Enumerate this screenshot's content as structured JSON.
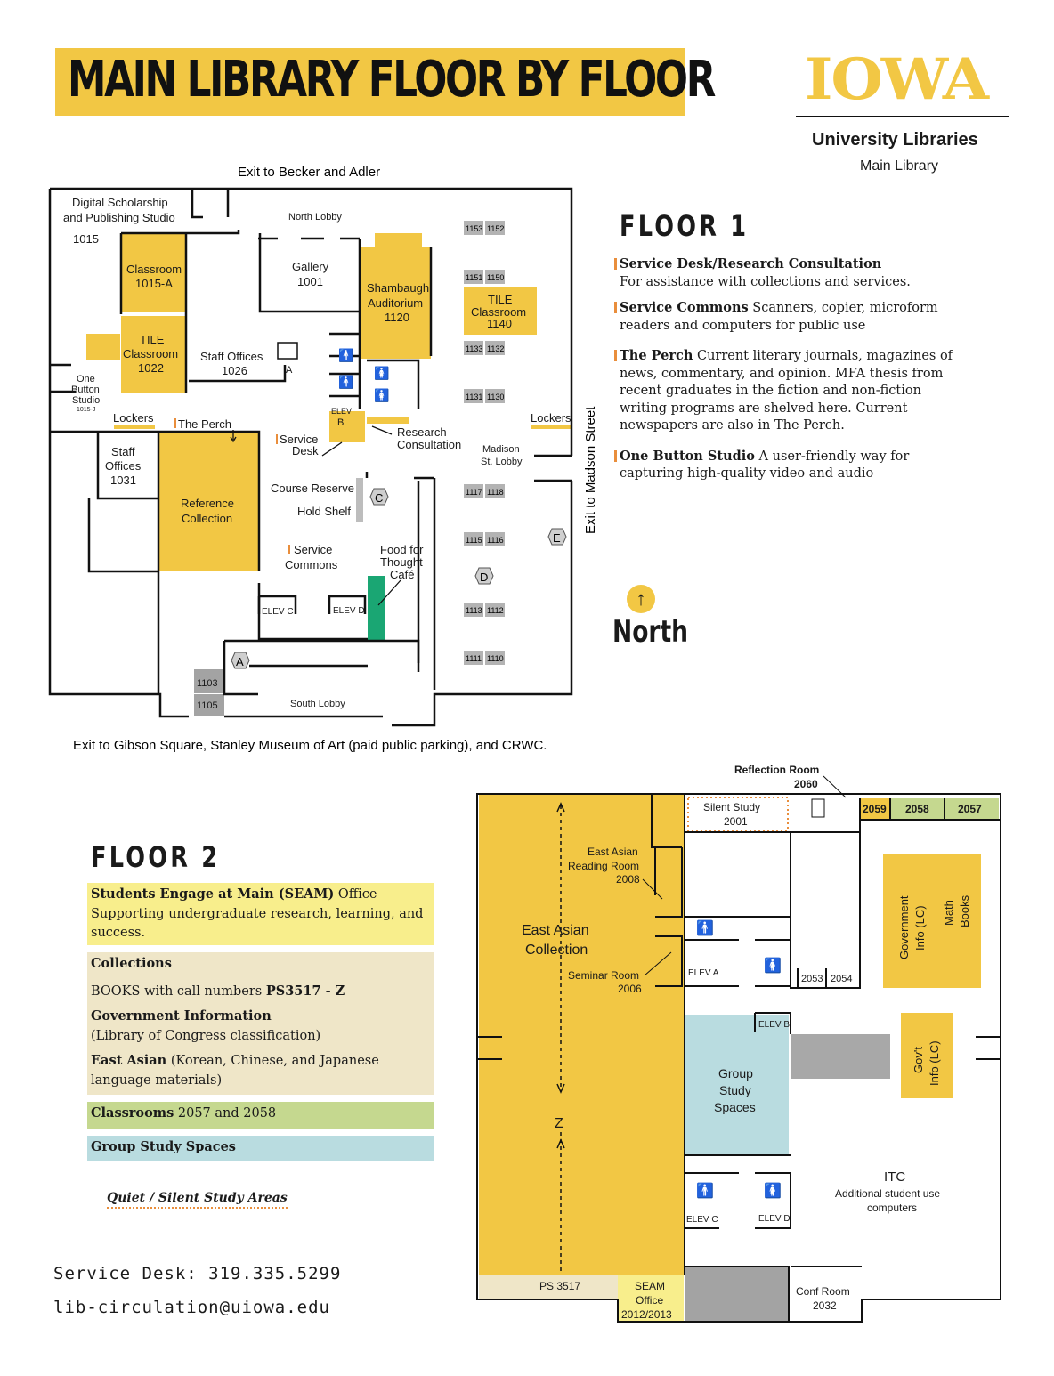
{
  "header": {
    "title": "MAIN LIBRARY FLOOR BY FLOOR",
    "logo_text": "IOWA",
    "org": "University Libraries",
    "building": "Main Library"
  },
  "colors": {
    "gold": "#f2c744",
    "green": "#1aa673",
    "light_green": "#c5d88f",
    "light_blue": "#b9dce0",
    "beige": "#efe6c8",
    "light_yellow": "#f8ee8c",
    "gray": "#a3a3a3",
    "accent_orange": "#e98e3c"
  },
  "floor1": {
    "heading": "FLOOR 1",
    "exit_north": "Exit to Becker and Adler",
    "exit_south": "Exit to Gibson Square, Stanley Museum of Art (paid public parking), and CRWC.",
    "exit_east": "Exit to Madson Street",
    "legend": [
      {
        "name": "Service Desk/Research Consultation",
        "desc": "For assistance with collections and services."
      },
      {
        "name": "Service Commons",
        "desc": "Scanners, copier, microform readers and computers for public use"
      },
      {
        "name": "The Perch",
        "desc": "Current literary journals, magazines of news, commentary, and opinion. MFA thesis from recent graduates in the fiction and non-fiction writing programs are shelved here. Current newspapers are also in The Perch."
      },
      {
        "name": "One Button Studio",
        "desc": "A user-friendly way for capturing high-quality video and audio"
      }
    ],
    "labels": {
      "digital1": "Digital Scholarship",
      "digital2": "and Publishing Studio",
      "r1015": "1015",
      "north_lobby": "North Lobby",
      "classroom": "Classroom",
      "r1015a": "1015-A",
      "gallery": "Gallery",
      "r1001": "1001",
      "shambaugh": "Shambaugh",
      "auditorium": "Auditorium",
      "r1120": "1120",
      "tile": "TILE",
      "classroom2": "Classroom",
      "r1140": "1140",
      "r1022": "1022",
      "staff_offices": "Staff Offices",
      "r1026": "1026",
      "one": "One",
      "button": "Button",
      "studio": "Studio",
      "r1015j": "1015-J",
      "lockers": "Lockers",
      "the_perch": "The Perch",
      "service": "Service",
      "desk": "Desk",
      "research": "Research",
      "consultation": "Consultation",
      "madison": "Madison",
      "st_lobby": "St. Lobby",
      "staff": "Staff",
      "offices": "Offices",
      "r1031": "1031",
      "reference": "Reference",
      "collection": "Collection",
      "course_reserve": "Course Reserve",
      "hold_shelf": "Hold Shelf",
      "service_commons1": "Service",
      "service_commons2": "Commons",
      "food1": "Food for",
      "food2": "Thought",
      "food3": "Café",
      "elev": "ELEV",
      "elev_b": "B",
      "elev_c": "ELEV C",
      "elev_d": "ELEV D",
      "south_lobby": "South Lobby",
      "a": "A",
      "b": "B",
      "c": "C",
      "d": "D",
      "e": "E",
      "r1103": "1103",
      "r1105": "1105"
    },
    "study_rooms": [
      "1153",
      "1152",
      "1151",
      "1150",
      "1133",
      "1132",
      "1131",
      "1130",
      "1117",
      "1118",
      "1115",
      "1116",
      "1113",
      "1112",
      "1111",
      "1110"
    ]
  },
  "north": {
    "arrow": "↑",
    "label": "North"
  },
  "floor2": {
    "heading": "FLOOR 2",
    "seam_name": "Students Engage at Main (SEAM)",
    "seam_rest": " Office",
    "seam_desc": "Supporting undergraduate research, learning, and success.",
    "collections_title": "Collections",
    "books_prefix": "BOOKS with call numbers ",
    "books_range": "PS3517 - Z",
    "gov_title": "Government Information",
    "gov_desc": "(Library of Congress classification)",
    "east_asian_name": "East Asian",
    "east_asian_desc": " (Korean, Chinese, and Japanese language materials)",
    "classrooms_name": "Classrooms",
    "classrooms_rooms": " 2057 and 2058",
    "group_study": "Group Study Spaces",
    "quiet": "Quiet / Silent Study Areas",
    "labels": {
      "reflection1": "Reflection Room",
      "reflection2": "2060",
      "silent1": "Silent Study",
      "silent2": "2001",
      "r2059": "2059",
      "r2058": "2058",
      "r2057": "2057",
      "ea_reading1": "East Asian",
      "ea_reading2": "Reading Room",
      "ea_reading3": "2008",
      "ea_coll1": "East Asian",
      "ea_coll2": "Collection",
      "seminar1": "Seminar Room",
      "seminar2": "2006",
      "elev_a": "ELEV A",
      "elev_b": "ELEV B",
      "elev_c": "ELEV C",
      "elev_d": "ELEV D",
      "r2053": "2053",
      "r2054": "2054",
      "gov_info1": "Government",
      "gov_info2": "Info (LC)",
      "math1": "Math",
      "math2": "Books",
      "govt1": "Gov't",
      "govt2": "Info (LC)",
      "group1": "Group",
      "group2": "Study",
      "group3": "Spaces",
      "itc": "ITC",
      "itc_desc1": "Additional student use",
      "itc_desc2": "computers",
      "z": "Z",
      "ps3517": "PS 3517",
      "seam1": "SEAM",
      "seam2": "Office",
      "seam3": "2012/2013",
      "conf1": "Conf Room",
      "conf2": "2032"
    }
  },
  "contact": {
    "phone": "Service Desk: 319.335.5299",
    "email": "lib-circulation@uiowa.edu"
  }
}
